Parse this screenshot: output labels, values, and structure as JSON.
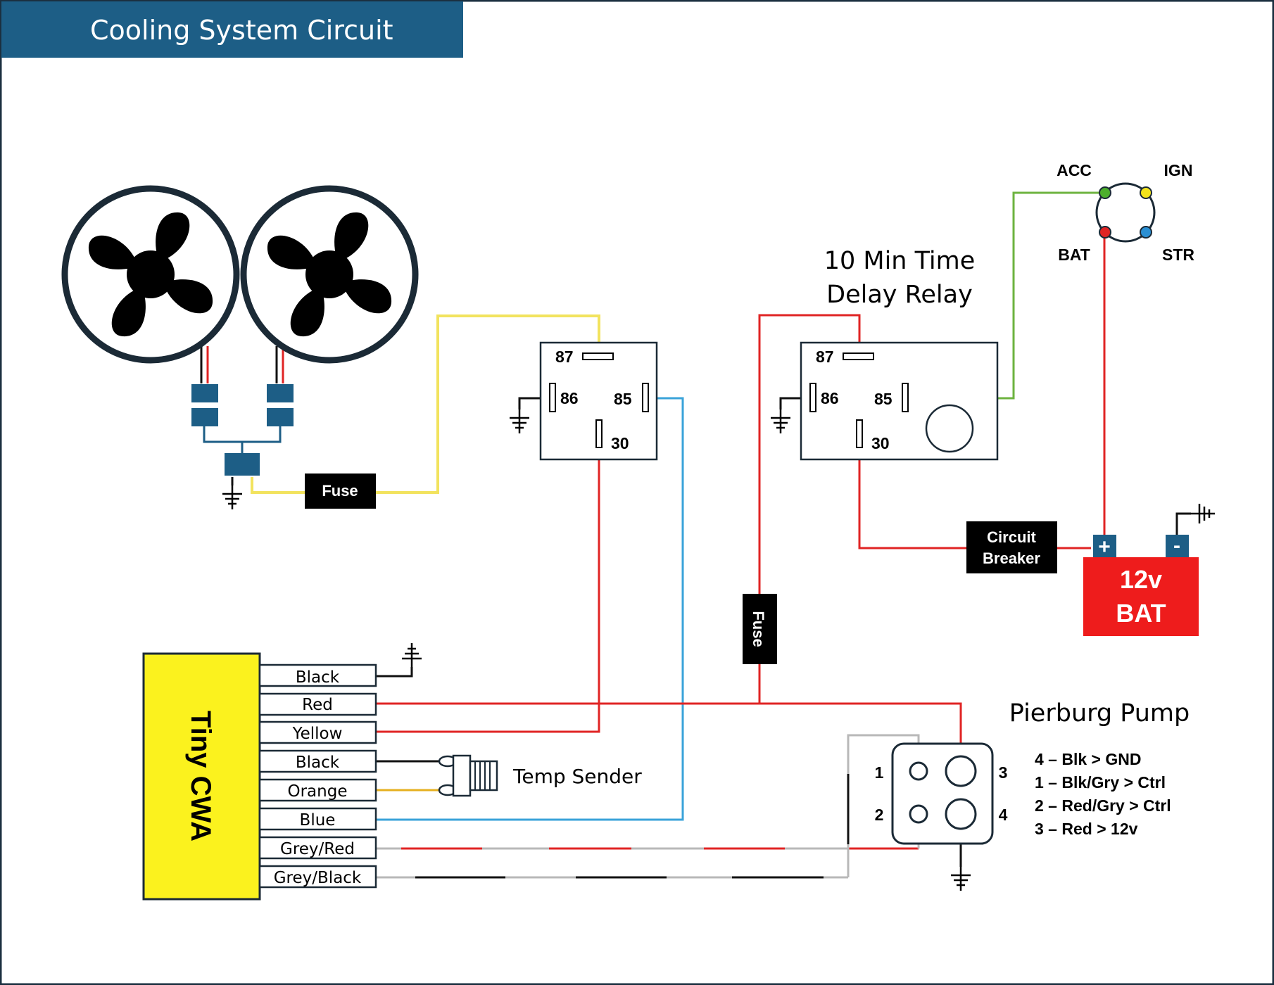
{
  "title": "Cooling System Circuit",
  "colors": {
    "title_bar": "#1d5e86",
    "wire_red": "#e02424",
    "wire_yellow": "#f2e35e",
    "wire_blue": "#3aa3d9",
    "wire_green": "#6db33f",
    "wire_grey": "#b8b8b8",
    "wire_orange": "#e6b020",
    "connector": "#1d5e86",
    "cwa_yellow": "#fbf21e",
    "battery_red": "#ee1c1c",
    "ign_acc": "#4caf2c",
    "ign_ign": "#f3e41c",
    "ign_bat": "#e02424",
    "ign_str": "#2a8fd3"
  },
  "fan_relay": {
    "pin87": "87",
    "pin86": "86",
    "pin85": "85",
    "pin30": "30"
  },
  "fan_fuse": "Fuse",
  "delay_relay": {
    "title_line1": "10 Min Time",
    "title_line2": "Delay Relay",
    "pin87": "87",
    "pin86": "86",
    "pin85": "85",
    "pin30": "30"
  },
  "ignition": {
    "acc": "ACC",
    "ign": "IGN",
    "bat": "BAT",
    "str": "STR"
  },
  "circuit_breaker": {
    "line1": "Circuit",
    "line2": "Breaker"
  },
  "battery": {
    "plus": "+",
    "minus": "-",
    "line1": "12v",
    "line2": "BAT"
  },
  "vertical_fuse": "Fuse",
  "cwa": {
    "label": "Tiny CWA",
    "wires": [
      "Black",
      "Red",
      "Yellow",
      "Black",
      "Orange",
      "Blue",
      "Grey/Red",
      "Grey/Black"
    ]
  },
  "temp_sender": "Temp Sender",
  "pump": {
    "title": "Pierburg Pump",
    "pins": [
      "1",
      "2",
      "3",
      "4"
    ],
    "legend": [
      "4 – Blk > GND",
      "1 – Blk/Gry > Ctrl",
      "2 – Red/Gry > Ctrl",
      "3 – Red > 12v"
    ]
  }
}
